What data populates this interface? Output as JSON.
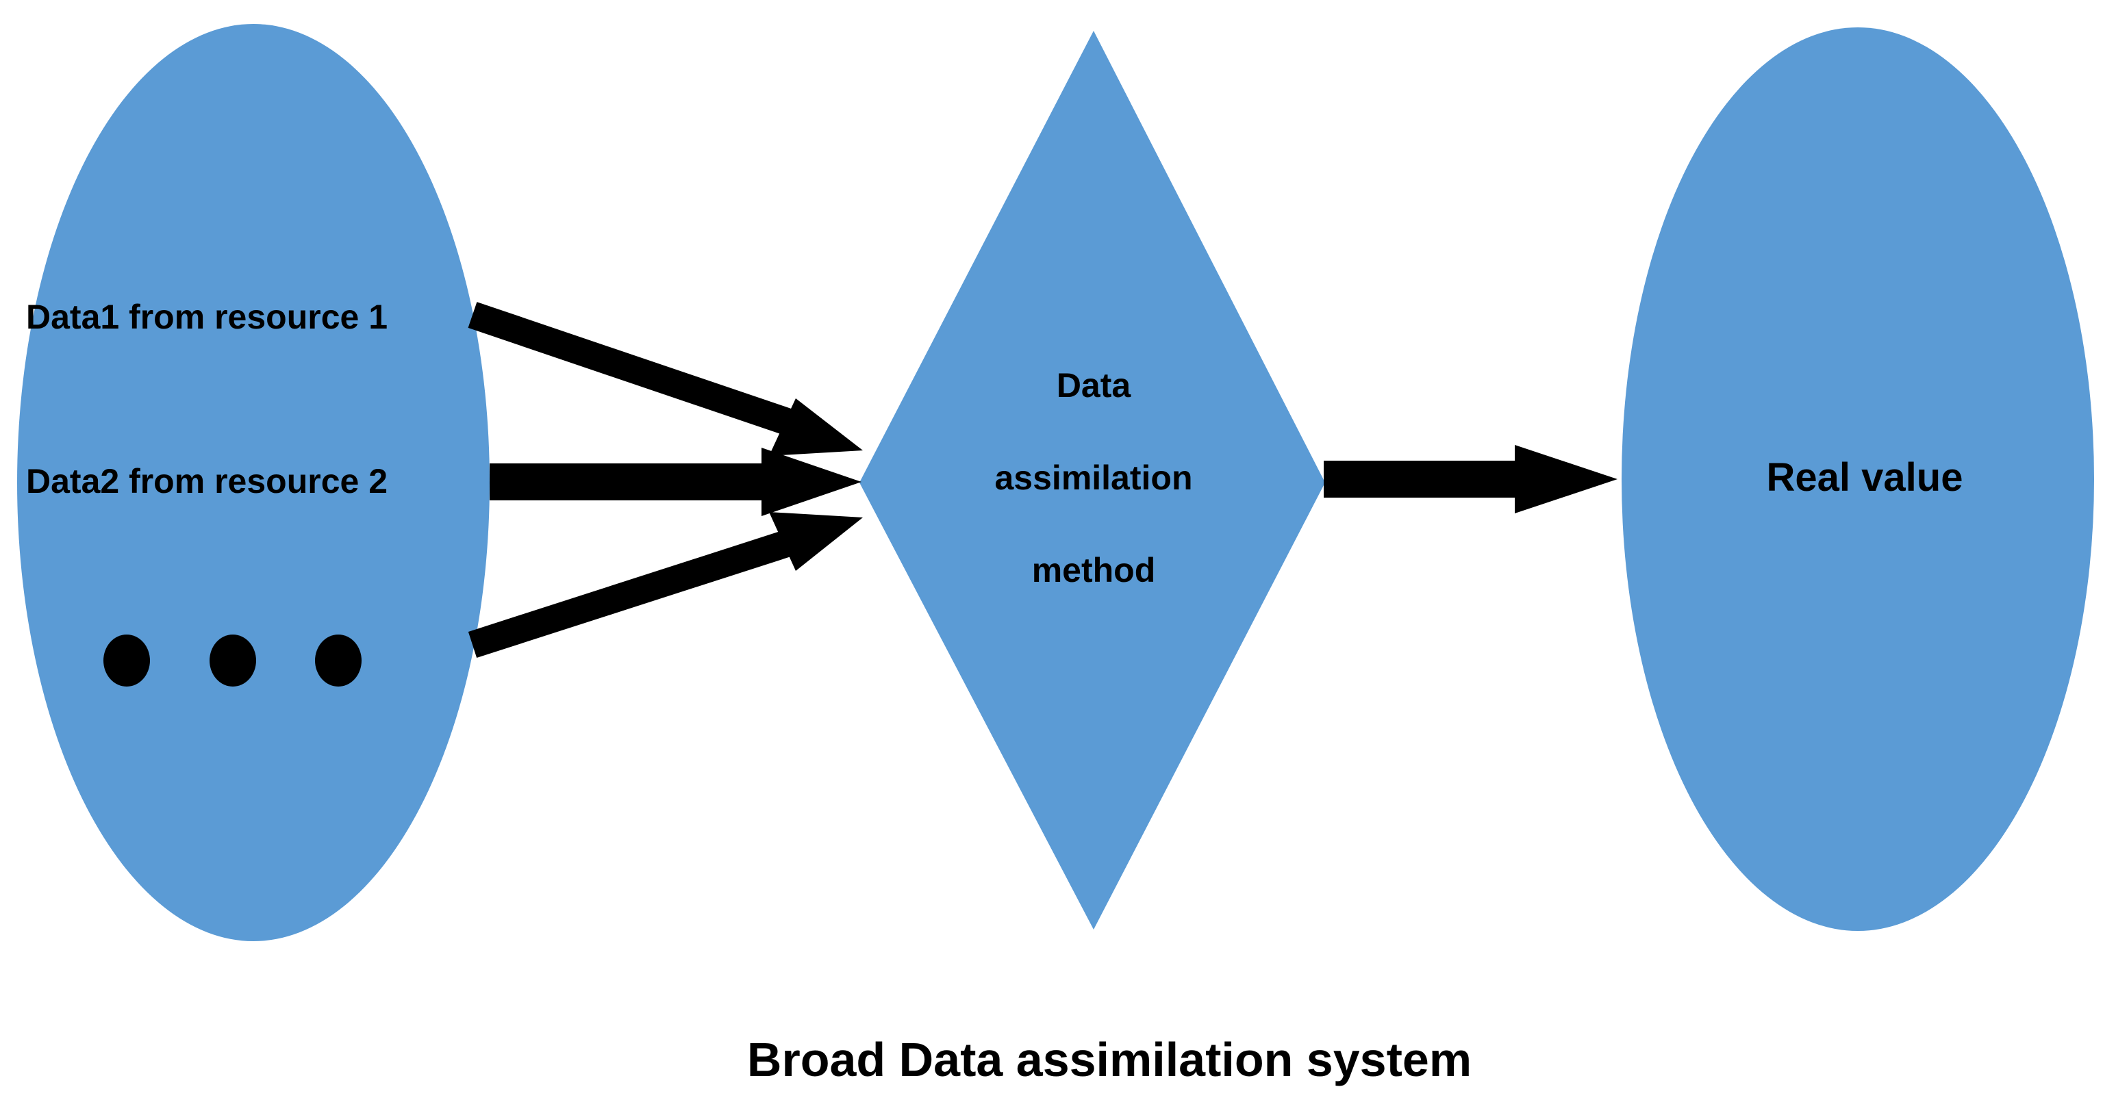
{
  "colors": {
    "shape_fill": "#5B9BD5",
    "arrow": "#000000",
    "text": "#000000",
    "background": "#FFFFFF"
  },
  "sources": {
    "item1": "Data1 from resource 1",
    "item2": "Data2 from resource 2",
    "more_indicator": "ellipsis-dots"
  },
  "method": {
    "line1": "Data",
    "line2": "assimilation",
    "line3": "method"
  },
  "result": {
    "label": "Real value"
  },
  "caption": "Broad Data assimilation system"
}
